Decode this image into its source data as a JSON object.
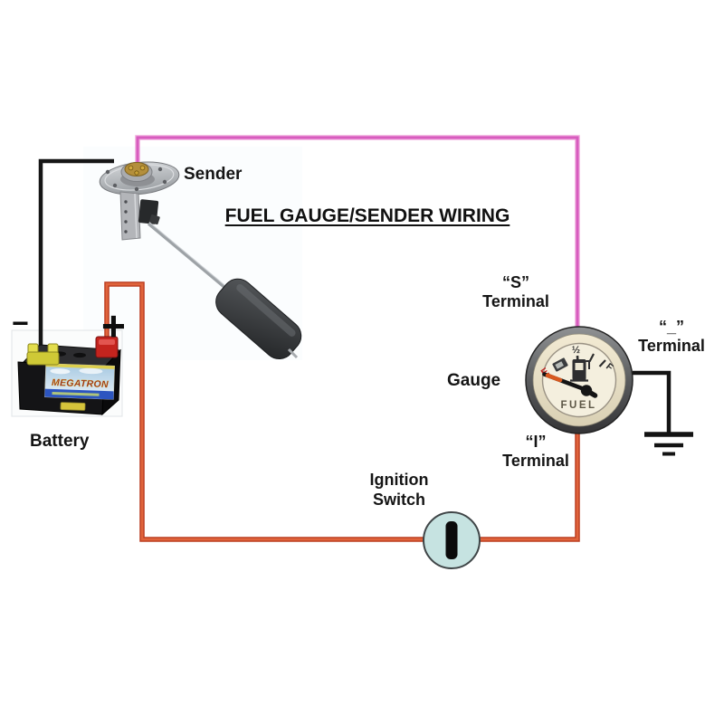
{
  "title": "FUEL GAUGE/SENDER WIRING",
  "components": {
    "sender": {
      "label": "Sender"
    },
    "battery": {
      "label": "Battery",
      "brand": "MEGATRON",
      "minus_sign": "−",
      "plus_sign": "+"
    },
    "gauge": {
      "label": "Gauge",
      "face": {
        "top_mark": "½",
        "empty_mark": "E",
        "full_mark": "F",
        "caption": "FUEL"
      }
    },
    "ignition_switch": {
      "label_line1": "Ignition",
      "label_line2": "Switch",
      "symbol": "I"
    },
    "terminals": {
      "s": {
        "line1": "“S”",
        "line2": "Terminal"
      },
      "neg": {
        "line1": "“_”",
        "line2": "Terminal"
      },
      "i": {
        "line1": "“I”",
        "line2": "Terminal"
      }
    }
  },
  "wires": {
    "sender_signal_color": "#e263c6",
    "battery_ground_color": "#161616",
    "power_color": "#d94a28"
  }
}
